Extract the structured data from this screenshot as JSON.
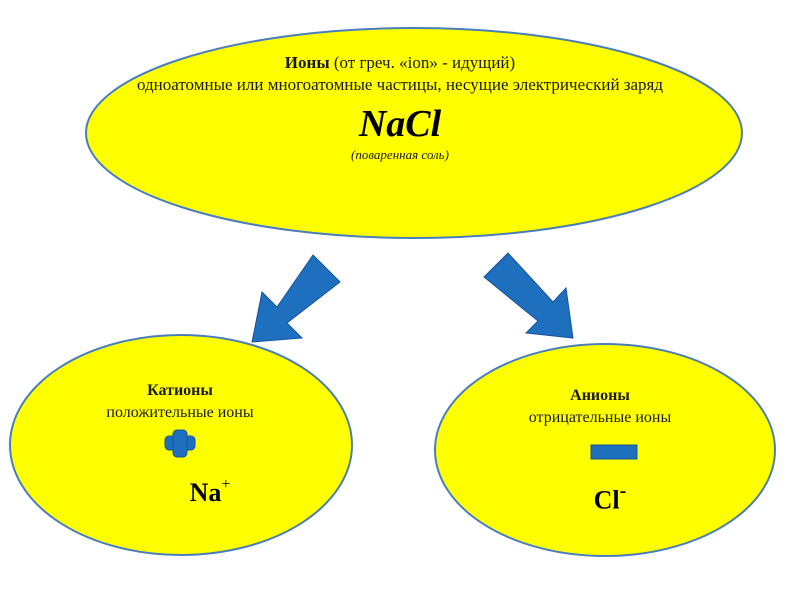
{
  "top": {
    "title_bold": "Ионы",
    "title_rest": " (от греч. «ion» - идущий)",
    "definition": "одноатомные или многоатомные частицы, несущие электрический заряд",
    "formula": "NaCl",
    "formula_note": "(поваренная соль)"
  },
  "cations": {
    "title": "Катионы",
    "subtitle": "положительные ионы",
    "ion_symbol": "Na",
    "ion_charge": "+",
    "sign_icon": "plus-icon"
  },
  "anions": {
    "title": "Анионы",
    "subtitle": "отрицательные ионы",
    "ion_symbol": "Cl",
    "ion_charge": "-",
    "sign_icon": "minus-icon"
  },
  "colors": {
    "ellipse_fill": "#ffff00",
    "ellipse_stroke": "#4a7ebb",
    "arrow_fill": "#1f6fbf",
    "sign_fill": "#1f6fbf"
  }
}
